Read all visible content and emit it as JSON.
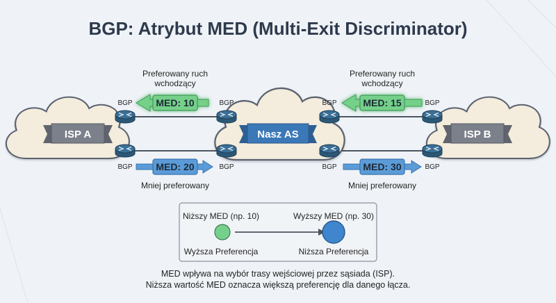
{
  "title": "BGP: Atrybut MED (Multi-Exit Discriminator)",
  "nodes": {
    "isp_a": {
      "label": "ISP A"
    },
    "our_as": {
      "label": "Nasz AS"
    },
    "isp_b": {
      "label": "ISP B"
    }
  },
  "router_label": "BGP",
  "links": {
    "a_top": {
      "med_label": "MED: 10",
      "med_value": 10,
      "direction": "left",
      "preferred": true,
      "caption_line1": "Preferowany ruch",
      "caption_line2": "wchodzący"
    },
    "a_bottom": {
      "med_label": "MED: 20",
      "med_value": 20,
      "direction": "right",
      "preferred": false,
      "caption": "Mniej preferowany"
    },
    "b_top": {
      "med_label": "MED: 15",
      "med_value": 15,
      "direction": "left",
      "preferred": true,
      "caption_line1": "Preferowany ruch",
      "caption_line2": "wchodzący"
    },
    "b_bottom": {
      "med_label": "MED: 30",
      "med_value": 30,
      "direction": "right",
      "preferred": false,
      "caption": "Mniej preferowany"
    }
  },
  "legend": {
    "low_title": "Niższy MED (np. 10)",
    "low_caption": "Wyższa Preferencja",
    "high_title": "Wyższy MED (np. 30)",
    "high_caption": "Niższa Preferencja"
  },
  "footer": {
    "line1": "MED wpływa na wybór trasy wejściowej przez sąsiada (ISP).",
    "line2": "Niższa wartość MED oznacza większą preferencję dla danego łącza."
  },
  "colors": {
    "background": "#eff3f7",
    "cloud_fill": "#f4ecdc",
    "cloud_stroke": "#5a6270",
    "isp_banner": "#7b808a",
    "our_banner": "#3b78b8",
    "router": "#3a6f96",
    "preferred_green": "#74d08a",
    "less_preferred_blue": "#5b9bd8",
    "legend_low": "#74d08a",
    "legend_high": "#3f86cf"
  }
}
